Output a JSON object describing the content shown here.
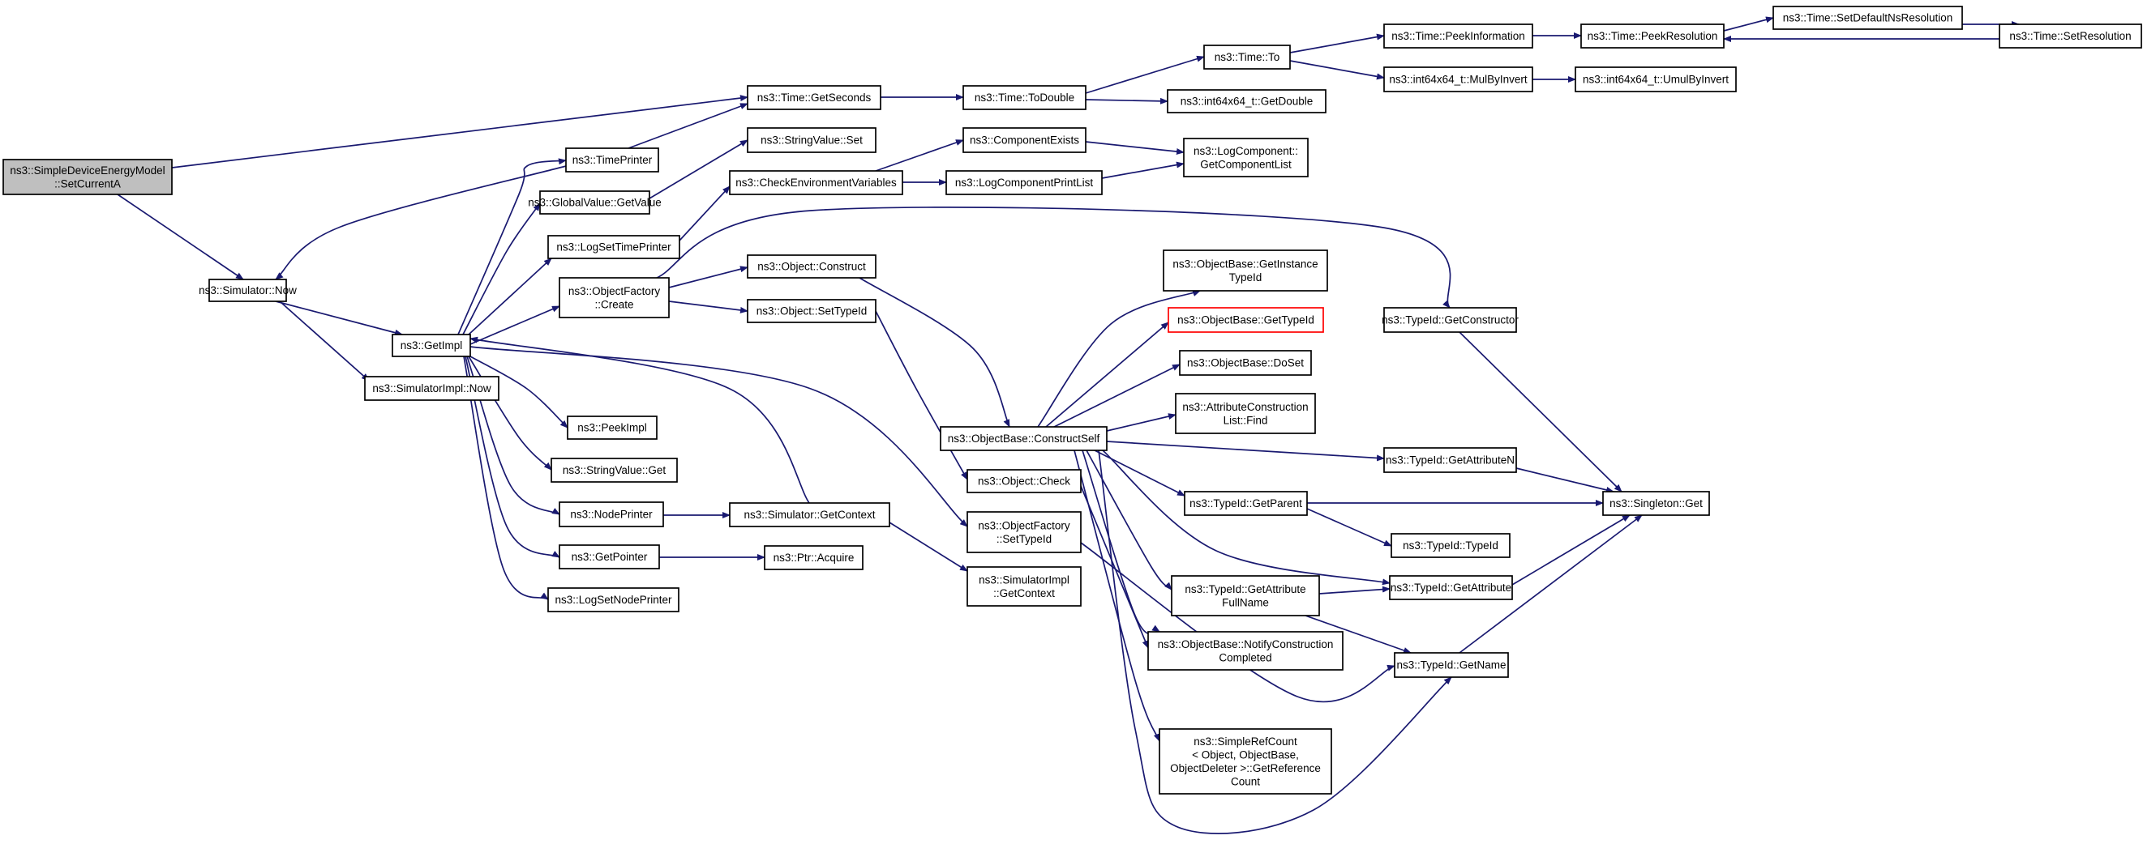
{
  "diagram": {
    "nodes": [
      {
        "id": "root",
        "lines": [
          "ns3::SimpleDeviceEnergyModel",
          "::SetCurrentA"
        ],
        "style": "root"
      },
      {
        "id": "sim_now",
        "lines": [
          "ns3::Simulator::Now"
        ]
      },
      {
        "id": "getimpl",
        "lines": [
          "ns3::GetImpl"
        ]
      },
      {
        "id": "simimpl_now",
        "lines": [
          "ns3::SimulatorImpl::Now"
        ]
      },
      {
        "id": "timeprinter",
        "lines": [
          "ns3::TimePrinter"
        ]
      },
      {
        "id": "gv_getvalue",
        "lines": [
          "ns3::GlobalValue::GetValue"
        ]
      },
      {
        "id": "logsettimeprinter",
        "lines": [
          "ns3::LogSetTimePrinter"
        ]
      },
      {
        "id": "objfactory_create",
        "lines": [
          "ns3::ObjectFactory",
          "::Create"
        ]
      },
      {
        "id": "peekimpl",
        "lines": [
          "ns3::PeekImpl"
        ]
      },
      {
        "id": "stringvalue_get",
        "lines": [
          "ns3::StringValue::Get"
        ]
      },
      {
        "id": "nodeprinter",
        "lines": [
          "ns3::NodePrinter"
        ]
      },
      {
        "id": "getpointer",
        "lines": [
          "ns3::GetPointer"
        ]
      },
      {
        "id": "logsetnodeprinter",
        "lines": [
          "ns3::LogSetNodePrinter"
        ]
      },
      {
        "id": "time_getseconds",
        "lines": [
          "ns3::Time::GetSeconds"
        ]
      },
      {
        "id": "stringvalue_set",
        "lines": [
          "ns3::StringValue::Set"
        ]
      },
      {
        "id": "checkenv",
        "lines": [
          "ns3::CheckEnvironmentVariables"
        ]
      },
      {
        "id": "object_construct",
        "lines": [
          "ns3::Object::Construct"
        ]
      },
      {
        "id": "object_settypeid",
        "lines": [
          "ns3::Object::SetTypeId"
        ]
      },
      {
        "id": "sim_getcontext",
        "lines": [
          "ns3::Simulator::GetContext"
        ]
      },
      {
        "id": "ptr_acquire",
        "lines": [
          "ns3::Ptr::Acquire"
        ]
      },
      {
        "id": "time_todouble",
        "lines": [
          "ns3::Time::ToDouble"
        ]
      },
      {
        "id": "componentexists",
        "lines": [
          "ns3::ComponentExists"
        ]
      },
      {
        "id": "logcomponentprintlist",
        "lines": [
          "ns3::LogComponentPrintList"
        ]
      },
      {
        "id": "objbase_constructself",
        "lines": [
          "ns3::ObjectBase::ConstructSelf"
        ]
      },
      {
        "id": "object_check",
        "lines": [
          "ns3::Object::Check"
        ]
      },
      {
        "id": "objfactory_settypeid",
        "lines": [
          "ns3::ObjectFactory",
          "::SetTypeId"
        ]
      },
      {
        "id": "simimpl_getcontext",
        "lines": [
          "ns3::SimulatorImpl",
          "::GetContext"
        ]
      },
      {
        "id": "time_to",
        "lines": [
          "ns3::Time::To"
        ]
      },
      {
        "id": "int64_getdouble",
        "lines": [
          "ns3::int64x64_t::GetDouble"
        ]
      },
      {
        "id": "logcomponent_getlist",
        "lines": [
          "ns3::LogComponent::",
          "GetComponentList"
        ]
      },
      {
        "id": "objbase_getinstancetypeid",
        "lines": [
          "ns3::ObjectBase::GetInstance",
          "TypeId"
        ]
      },
      {
        "id": "objbase_gettypeid",
        "lines": [
          "ns3::ObjectBase::GetTypeId"
        ],
        "style": "red"
      },
      {
        "id": "objbase_doset",
        "lines": [
          "ns3::ObjectBase::DoSet"
        ]
      },
      {
        "id": "attrconstructionlist_find",
        "lines": [
          "ns3::AttributeConstruction",
          "List::Find"
        ]
      },
      {
        "id": "typeid_getparent",
        "lines": [
          "ns3::TypeId::GetParent"
        ]
      },
      {
        "id": "typeid_getattributefullname",
        "lines": [
          "ns3::TypeId::GetAttribute",
          "FullName"
        ]
      },
      {
        "id": "objbase_notifyconstructioncompleted",
        "lines": [
          "ns3::ObjectBase::NotifyConstruction",
          "Completed"
        ]
      },
      {
        "id": "simplerefcount_getrefcount",
        "lines": [
          "ns3::SimpleRefCount",
          "< Object, ObjectBase,",
          "ObjectDeleter >::GetReference",
          "Count"
        ]
      },
      {
        "id": "time_peekinformation",
        "lines": [
          "ns3::Time::PeekInformation"
        ]
      },
      {
        "id": "int64_mulbyinvert",
        "lines": [
          "ns3::int64x64_t::MulByInvert"
        ]
      },
      {
        "id": "typeid_getconstructor",
        "lines": [
          "ns3::TypeId::GetConstructor"
        ]
      },
      {
        "id": "typeid_getattributen",
        "lines": [
          "ns3::TypeId::GetAttributeN"
        ]
      },
      {
        "id": "typeid_typeid",
        "lines": [
          "ns3::TypeId::TypeId"
        ]
      },
      {
        "id": "typeid_getattribute",
        "lines": [
          "ns3::TypeId::GetAttribute"
        ]
      },
      {
        "id": "typeid_getname",
        "lines": [
          "ns3::TypeId::GetName"
        ]
      },
      {
        "id": "time_peekresolution",
        "lines": [
          "ns3::Time::PeekResolution"
        ]
      },
      {
        "id": "int64_umulbyinvert",
        "lines": [
          "ns3::int64x64_t::UmulByInvert"
        ]
      },
      {
        "id": "singleton_get",
        "lines": [
          "ns3::Singleton::Get"
        ]
      },
      {
        "id": "time_setdefaultnsresolution",
        "lines": [
          "ns3::Time::SetDefaultNsResolution"
        ]
      },
      {
        "id": "time_setresolution",
        "lines": [
          "ns3::Time::SetResolution"
        ]
      }
    ],
    "edges": [
      [
        "root",
        "time_getseconds"
      ],
      [
        "root",
        "sim_now"
      ],
      [
        "sim_now",
        "getimpl"
      ],
      [
        "sim_now",
        "simimpl_now"
      ],
      [
        "getimpl",
        "timeprinter"
      ],
      [
        "getimpl",
        "gv_getvalue"
      ],
      [
        "getimpl",
        "logsettimeprinter"
      ],
      [
        "getimpl",
        "objfactory_create"
      ],
      [
        "getimpl",
        "peekimpl"
      ],
      [
        "getimpl",
        "stringvalue_get"
      ],
      [
        "getimpl",
        "nodeprinter"
      ],
      [
        "getimpl",
        "getpointer"
      ],
      [
        "getimpl",
        "logsetnodeprinter"
      ],
      [
        "getimpl",
        "objfactory_settypeid"
      ],
      [
        "timeprinter",
        "sim_now"
      ],
      [
        "timeprinter",
        "time_getseconds"
      ],
      [
        "gv_getvalue",
        "stringvalue_set"
      ],
      [
        "logsettimeprinter",
        "checkenv"
      ],
      [
        "objfactory_create",
        "object_construct"
      ],
      [
        "objfactory_create",
        "object_settypeid"
      ],
      [
        "objfactory_create",
        "typeid_getconstructor"
      ],
      [
        "nodeprinter",
        "sim_getcontext"
      ],
      [
        "getpointer",
        "ptr_acquire"
      ],
      [
        "sim_getcontext",
        "getimpl"
      ],
      [
        "sim_getcontext",
        "simimpl_getcontext"
      ],
      [
        "time_getseconds",
        "time_todouble"
      ],
      [
        "checkenv",
        "componentexists"
      ],
      [
        "checkenv",
        "logcomponentprintlist"
      ],
      [
        "componentexists",
        "logcomponent_getlist"
      ],
      [
        "logcomponentprintlist",
        "logcomponent_getlist"
      ],
      [
        "object_construct",
        "objbase_constructself"
      ],
      [
        "object_settypeid",
        "object_check"
      ],
      [
        "object_check",
        "objbase_notifyconstructioncompleted"
      ],
      [
        "objfactory_settypeid",
        "typeid_getname"
      ],
      [
        "time_todouble",
        "time_to"
      ],
      [
        "time_todouble",
        "int64_getdouble"
      ],
      [
        "time_to",
        "time_peekinformation"
      ],
      [
        "time_to",
        "int64_mulbyinvert"
      ],
      [
        "time_peekinformation",
        "time_peekresolution"
      ],
      [
        "time_peekresolution",
        "time_setdefaultnsresolution"
      ],
      [
        "time_setdefaultnsresolution",
        "time_setresolution"
      ],
      [
        "time_setresolution",
        "time_peekresolution"
      ],
      [
        "int64_mulbyinvert",
        "int64_umulbyinvert"
      ],
      [
        "objbase_constructself",
        "objbase_getinstancetypeid"
      ],
      [
        "objbase_constructself",
        "objbase_gettypeid"
      ],
      [
        "objbase_constructself",
        "objbase_doset"
      ],
      [
        "objbase_constructself",
        "attrconstructionlist_find"
      ],
      [
        "objbase_constructself",
        "typeid_getparent"
      ],
      [
        "objbase_constructself",
        "typeid_getattributefullname"
      ],
      [
        "objbase_constructself",
        "objbase_notifyconstructioncompleted"
      ],
      [
        "objbase_constructself",
        "simplerefcount_getrefcount"
      ],
      [
        "objbase_constructself",
        "typeid_getattributen"
      ],
      [
        "objbase_constructself",
        "typeid_getattribute"
      ],
      [
        "objbase_constructself",
        "typeid_getname"
      ],
      [
        "typeid_getparent",
        "singleton_get"
      ],
      [
        "typeid_getparent",
        "typeid_typeid"
      ],
      [
        "typeid_getattributefullname",
        "typeid_getattribute"
      ],
      [
        "typeid_getattributefullname",
        "typeid_getname"
      ],
      [
        "typeid_getconstructor",
        "singleton_get"
      ],
      [
        "typeid_getattributen",
        "singleton_get"
      ],
      [
        "typeid_getattribute",
        "singleton_get"
      ],
      [
        "typeid_getname",
        "singleton_get"
      ]
    ]
  }
}
